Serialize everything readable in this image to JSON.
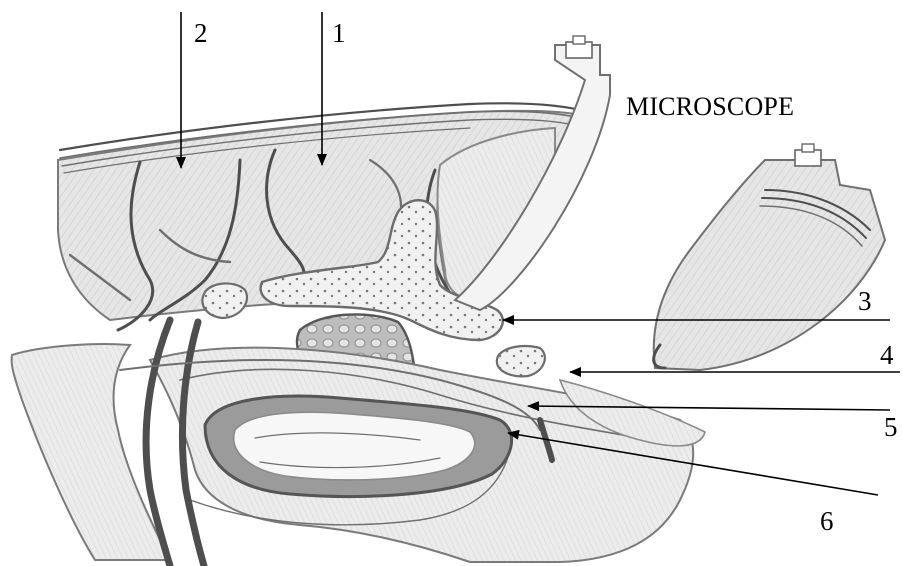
{
  "labels": {
    "l1": "1",
    "l2": "2",
    "l3": "3",
    "l4": "4",
    "l5": "5",
    "l6": "6"
  },
  "instrument_label": "MICROSCOPE",
  "colors": {
    "ink": "#6f6f6f",
    "shade": "#dcdcdc",
    "bone": "#efefef",
    "arrow": "#000000",
    "background": "#ffffff"
  }
}
